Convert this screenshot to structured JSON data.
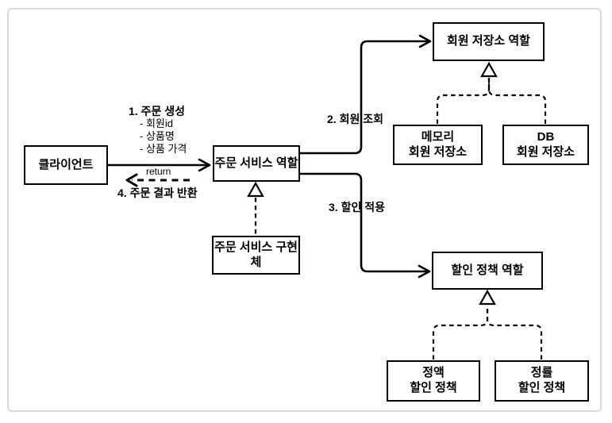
{
  "diagram": {
    "nodes": {
      "client": {
        "label": "클라이언트"
      },
      "order_service_role": {
        "label": "주문 서비스 역할"
      },
      "order_service_impl": {
        "label": "주문 서비스 구현체"
      },
      "member_repo_role": {
        "label": "회원 저장소 역할"
      },
      "memory_member_repo": {
        "line1": "메모리",
        "line2": "회원 저장소"
      },
      "db_member_repo": {
        "line1": "DB",
        "line2": "회원 저장소"
      },
      "discount_policy_role": {
        "label": "할인 정책 역할"
      },
      "fixed_discount_policy": {
        "line1": "정액",
        "line2": "할인 정책"
      },
      "rate_discount_policy": {
        "line1": "정률",
        "line2": "할인 정책"
      }
    },
    "edge_labels": {
      "step1": "1. 주문 생성",
      "step1_params": [
        "- 회원id",
        "- 상품명",
        "- 상품 가격"
      ],
      "return_label": "return",
      "step4": "4. 주문 결과 반환",
      "step2": "2. 회원 조회",
      "step3": "3. 할인 적용"
    },
    "colors": {
      "line": "#000000",
      "box_border": "#000000",
      "box_fill": "#ffffff",
      "frame_border": "#dadada",
      "background": "#ffffff"
    }
  }
}
